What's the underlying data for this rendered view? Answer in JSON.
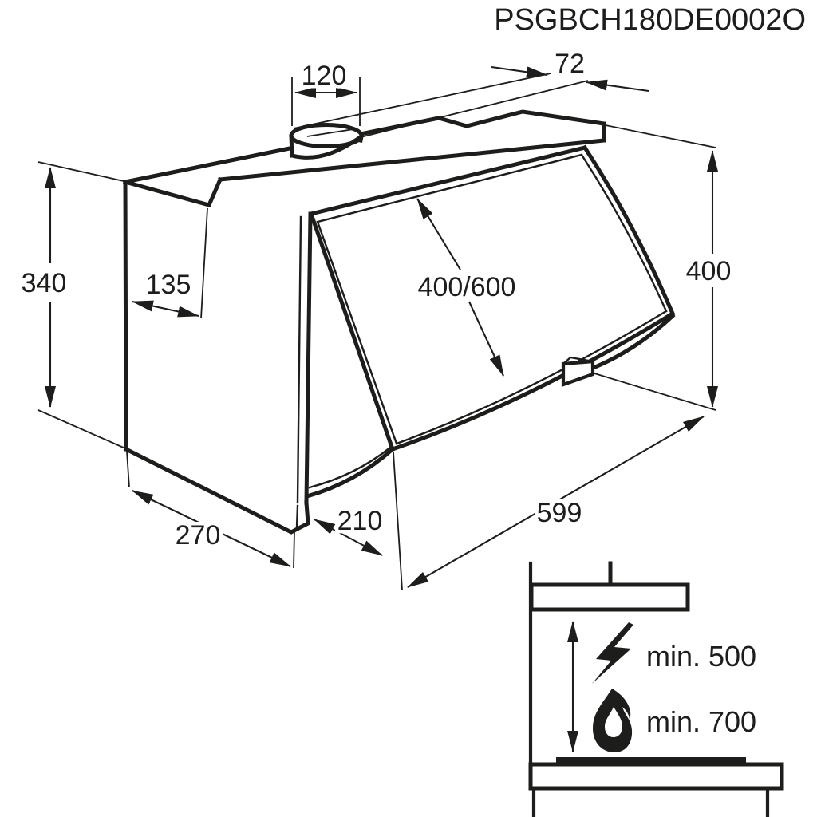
{
  "page": {
    "title": "PSGBCH180DE0002O"
  },
  "drawing": {
    "type": "technical-dimension-drawing",
    "subject": "built-in cooker hood",
    "dimensions": {
      "duct_diameter": "120",
      "duct_rear_offset": "72",
      "body_height": "340",
      "body_inner_depth": "135",
      "panel_width": "400/600",
      "front_height": "400",
      "hood_width": "599",
      "bottom_depth": "270",
      "front_depth": "210"
    }
  },
  "clearance": {
    "electric_min_distance": "min. 500",
    "gas_min_distance": "min. 700",
    "electric_icon": "lightning-icon",
    "gas_icon": "flame-icon"
  },
  "colors": {
    "line": "#1d1d1b",
    "background": "#ffffff"
  }
}
